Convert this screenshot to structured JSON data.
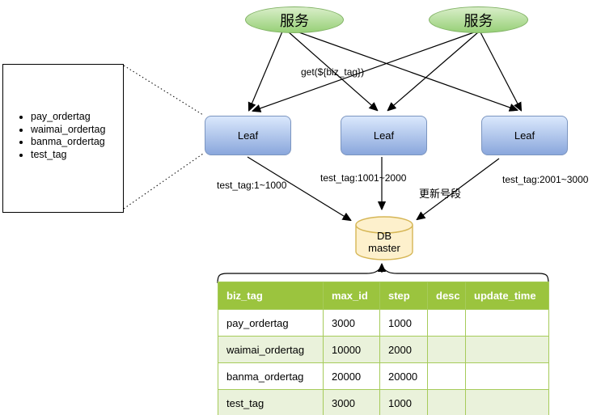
{
  "services": [
    {
      "label": "服务"
    },
    {
      "label": "服务"
    }
  ],
  "leaf_nodes": [
    {
      "label": "Leaf"
    },
    {
      "label": "Leaf"
    },
    {
      "label": "Leaf"
    }
  ],
  "edge_labels": {
    "get_request": "get(${biz_tag})",
    "leaf1_range": "test_tag:1~1000",
    "leaf2_range": "test_tag:1001~2000",
    "leaf3_range": "test_tag:2001~3000",
    "update_segment": "更新号段"
  },
  "db": {
    "label": "DB\nmaster"
  },
  "biz_tags_list": [
    "pay_ordertag",
    "waimai_ordertag",
    "banma_ordertag",
    "test_tag"
  ],
  "table": {
    "headers": [
      "biz_tag",
      "max_id",
      "step",
      "desc",
      "update_time"
    ],
    "rows": [
      [
        "pay_ordertag",
        "3000",
        "1000",
        "",
        ""
      ],
      [
        "waimai_ordertag",
        "10000",
        "2000",
        "",
        ""
      ],
      [
        "banma_ordertag",
        "20000",
        "20000",
        "",
        ""
      ],
      [
        "test_tag",
        "3000",
        "1000",
        "",
        ""
      ]
    ]
  },
  "colors": {
    "service_fill": "#97d077",
    "service_border": "#82b366",
    "leaf_fill_top": "#dae8fc",
    "leaf_fill_bottom": "#8aa7dc",
    "leaf_border": "#7b95c0",
    "db_fill": "#fdf0cc",
    "db_border": "#d6b656",
    "table_header_bg": "#9bc43e",
    "table_alt_row": "#eaf2db",
    "table_border": "#a6cb5a"
  }
}
